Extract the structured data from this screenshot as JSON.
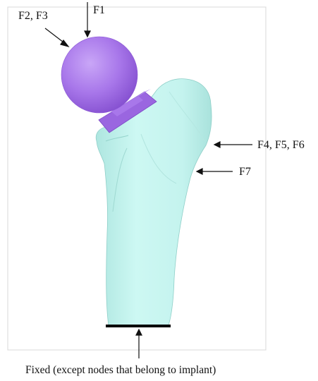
{
  "labels": {
    "f1": "F1",
    "f2_f3": "F2, F3",
    "f4_f5_f6": "F4, F5, F6",
    "f7": "F7",
    "fixed": "Fixed (except nodes that belong to implant)"
  },
  "colors": {
    "bone": "#c8f5f0",
    "implant": "#a877ea",
    "fixed_line": "#000000",
    "frame": "#d8d8d8"
  }
}
